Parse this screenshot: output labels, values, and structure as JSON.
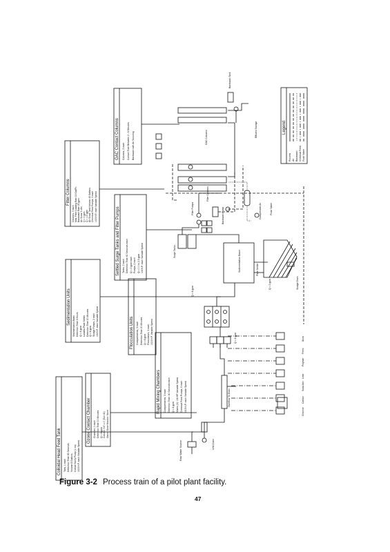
{
  "caption": {
    "figure_number": "Figure 3-2",
    "text": "Process train of a pilot plant facility."
  },
  "page_number": "47",
  "boxes": {
    "colloidal_feed": {
      "title": "Colloidal Head Feed Tank",
      "lines": [
        "Tank, 1 each",
        "Detention Time 45 Seconds",
        "Volume 8 Gallons",
        "Colloid Slurry Pump (1 ea)",
        "1/15 H.P. each Variable Speed"
      ]
    },
    "ozone": {
      "title": "Ozone Contact Chamber",
      "lines": [
        "Chamber, 1 each",
        "Detention Time 10 Minutes",
        "Q = 4 gpm",
        "Column: 5.5' x 1' (Sch 40)",
        "Ozone Dose Monitor: None"
      ]
    },
    "rapid_mix": {
      "title": "Rapid Mixing Chambers",
      "lines": [
        "Compartments, 3 each",
        "Detention Time: 40 Seconds each",
        "Q = 4 gpm",
        "Mixers (3): 1/4 HP Variable Speed",
        "Chemical Feed Pumps, 5 each",
        "1/15 H.P. each Variable Speed"
      ]
    },
    "flocculation": {
      "title": "Flocculation Units",
      "lines": [
        "Compartments, 3 each",
        "Detention Time 20 Minutes",
        "Q = 4 gpm",
        "Flocculators, 3 each",
        "1/15 H.P. Variable Speed"
      ]
    },
    "sedimentation": {
      "title": "Sedimentation Units",
      "lines": [
        "Sedimentation Basin",
        "Detention Time 4 Hours",
        "Q = 4 gpm",
        "Lamella Plate Settler",
        "Detention Time 20 Minutes",
        "Q = 4 gpm",
        "Sludge Pumps, 2 each",
        "1/4 H.P. each Variable Speed"
      ]
    },
    "settled_surge": {
      "title": "Settled Surge Tanks and Filter Pumps",
      "lines": [
        "Tanks, 2 each",
        "Detention Time 40 Seconds each",
        "Q = 2 gpm each",
        "Pumps, 2 each",
        "Q = 0.1 to 2.5 gpm",
        "1/4 H.P. each Variable Speed"
      ]
    },
    "filter_columns": {
      "title": "Filter Columns",
      "lines": [
        "Columns, 3 each",
        "Max. Filter Loading Rate 10 Gal/Ft²",
        "Backwash Rate 20 gpm",
        "Air Scour 3 cfm",
        "Q = 4 gpm",
        "Q = 1.9 gpm",
        "Air Scour Tank Volume 40 Gallons",
        "Chemical Feed Pumps, 3 each",
        "1/15 H.P. each Variable Speed"
      ]
    },
    "gac": {
      "title": "GAC Contact Columns",
      "lines": [
        "Columns, 2 each",
        "Contact Time Between 2 - 6 Minutes",
        "Backwash with Air Scouring"
      ]
    },
    "legend": {
      "title": "Legend",
      "items": [
        "Process",
        "Air",
        "Backwash",
        "Chemical Feed",
        "Flush Water"
      ]
    }
  },
  "labels": {
    "raw_water": "Raw Water Source",
    "unit_drain": "Unit Drain",
    "overflow_to_drain": "Overflow To Drain",
    "sed_basin": "Sedimentation Basin",
    "plate_settler": "Plate Settler",
    "sludge_drain": "Sludge Drain",
    "flow_4gpm": "Q = 4 gpm",
    "flow_2gpm": "Q = 2 gpm",
    "surge_tanks": "Surge Tanks",
    "filter_pumps": "Filter Pumps",
    "backwash_pump": "Backwash Pump",
    "compressed_air": "Compressed Air",
    "flush_water": "Flush Water",
    "gac_col": "GAC Columns",
    "backwash_tank": "Backwash Tank",
    "filter_col": "Filter Columns",
    "effluent_storage": "Effluent Storage",
    "chemicals": [
      "Alum",
      "Ferric",
      "Polymer",
      "Lime",
      "Soda Ash",
      "Carbon",
      "Chlorine"
    ]
  }
}
